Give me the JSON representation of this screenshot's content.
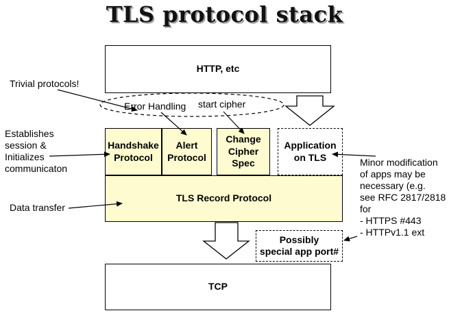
{
  "title": "TLS protocol stack",
  "boxes": {
    "http": "HTTP, etc",
    "handshake": [
      "Handshake",
      "Protocol"
    ],
    "alert": [
      "Alert",
      "Protocol"
    ],
    "change_cipher": [
      "Change",
      "Cipher",
      "Spec"
    ],
    "application": [
      "Application",
      "on TLS"
    ],
    "record": "TLS Record Protocol",
    "port": [
      "Possibly",
      "special app port#"
    ],
    "tcp": "TCP"
  },
  "annotations": {
    "trivial": "Trivial protocols!",
    "error_handling": "Error Handling",
    "start_cipher": "start cipher",
    "establishes": [
      "Establishes",
      "session &",
      "Initializes",
      "communicaton"
    ],
    "data_transfer": "Data transfer",
    "minor": [
      "Minor modification",
      "of apps may be",
      "necessary (e.g.",
      "see RFC 2817/2818",
      "for",
      "- HTTPS #443",
      "- HTTPv1.1 ext"
    ]
  },
  "colors": {
    "protocol_fill": "#fdfbcf",
    "border": "#000000",
    "title_shadow": "#9a9a9a"
  }
}
